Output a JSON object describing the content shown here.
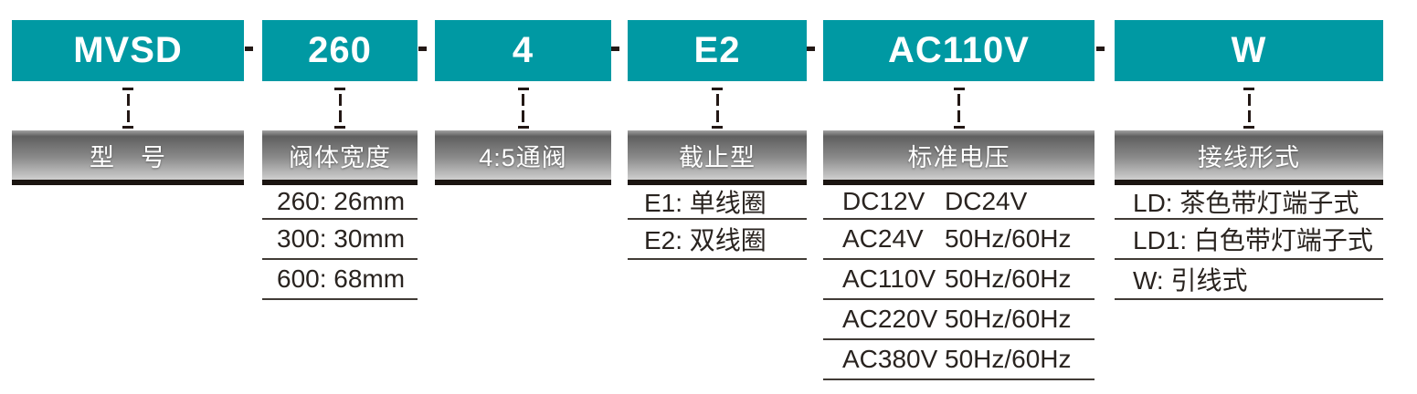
{
  "colors": {
    "teal": "#0099a3",
    "ink": "#231815",
    "line": "#413b36"
  },
  "separator_glyph": "-",
  "segments": [
    {
      "code": "MVSD",
      "label": "型　号",
      "options": []
    },
    {
      "code": "260",
      "label": "阀体宽度",
      "options": [
        {
          "t1": "260: 26mm"
        },
        {
          "t1": "300: 30mm"
        },
        {
          "t1": "600: 68mm"
        }
      ]
    },
    {
      "code": "4",
      "label": "4:5通阀",
      "options": []
    },
    {
      "code": "E2",
      "label": "截止型",
      "options": [
        {
          "t1": "E1: 单线圈"
        },
        {
          "t1": "E2: 双线圈"
        }
      ]
    },
    {
      "code": "AC110V",
      "label": "标准电压",
      "options": [
        {
          "t1": "DC12V",
          "t2": "DC24V"
        },
        {
          "t1": "AC24V",
          "t2": "50Hz/60Hz"
        },
        {
          "t1": "AC110V",
          "t2": "50Hz/60Hz"
        },
        {
          "t1": "AC220V",
          "t2": "50Hz/60Hz"
        },
        {
          "t1": "AC380V",
          "t2": "50Hz/60Hz"
        }
      ]
    },
    {
      "code": "W",
      "label": "接线形式",
      "options": [
        {
          "t1": "LD: 茶色带灯端子式"
        },
        {
          "t1": "LD1: 白色带灯端子式"
        },
        {
          "t1": "W: 引线式"
        }
      ]
    }
  ]
}
